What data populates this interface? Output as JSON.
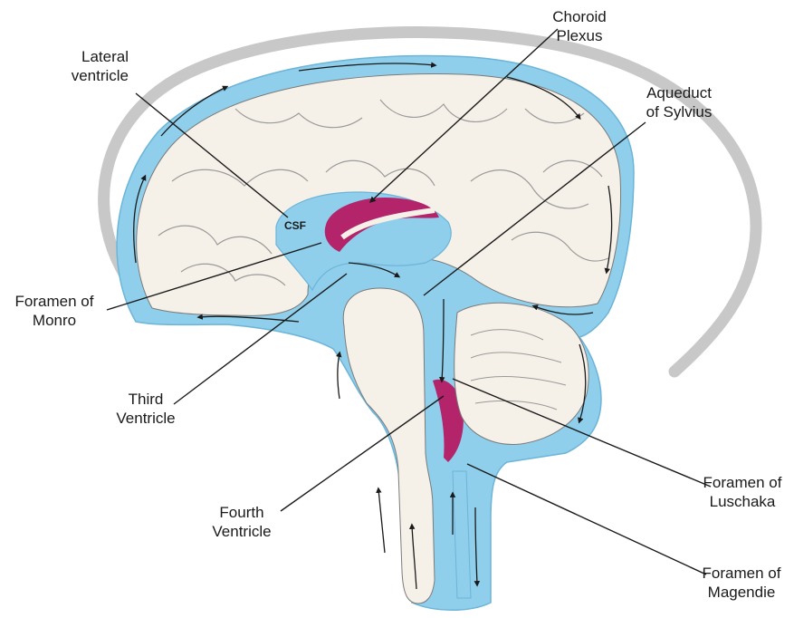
{
  "labels": {
    "lateral_ventricle": [
      "Lateral",
      "ventricle"
    ],
    "choroid_plexus": [
      "Choroid",
      "Plexus"
    ],
    "aqueduct_of_sylvius": [
      "Aqueduct",
      "of Sylvius"
    ],
    "foramen_of_monro": [
      "Foramen of",
      "Monro"
    ],
    "third_ventricle": [
      "Third",
      "Ventricle"
    ],
    "fourth_ventricle": [
      "Fourth",
      "Ventricle"
    ],
    "foramen_of_luschaka": [
      "Foramen of",
      "Luschaka"
    ],
    "foramen_of_magendie": [
      "Foramen of",
      "Magendie"
    ],
    "csf": "CSF"
  },
  "colors": {
    "csf_blue": "#8fcfeb",
    "csf_outline": "#6cb4d8",
    "tissue": "#f6f1e8",
    "choroid_plexus": "#b3246a",
    "skull": "#c8c8c8",
    "lines": "#1a1a1a"
  }
}
